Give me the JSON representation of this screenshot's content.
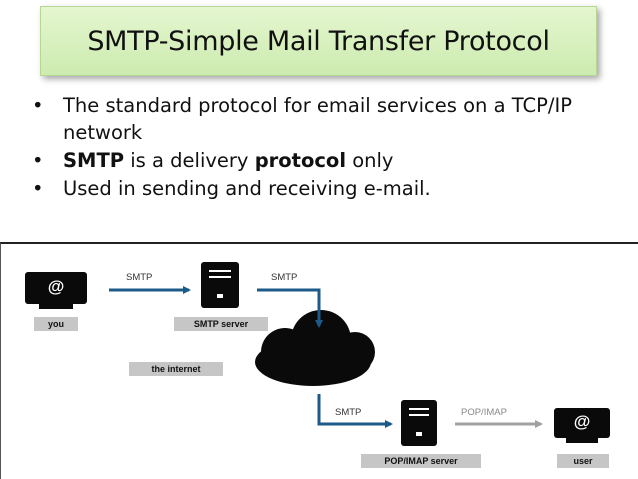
{
  "slide": {
    "title": "SMTP-Simple Mail Transfer Protocol",
    "bullets": [
      {
        "pre": "The standard protocol for email services on a TCP/IP network",
        "bold1": "",
        "mid": "",
        "bold2": "",
        "post": ""
      },
      {
        "pre": "",
        "bold1": "SMTP",
        "mid": " is a delivery ",
        "bold2": "protocol",
        "post": " only"
      },
      {
        "pre": "Used in sending and receiving e-mail.",
        "bold1": "",
        "mid": "",
        "bold2": "",
        "post": ""
      }
    ],
    "bullet_glyph": "•"
  },
  "diagram": {
    "nodes": {
      "you": "you",
      "smtp_server": "SMTP server",
      "internet": "the internet",
      "pop_server": "POP/IMAP server",
      "user": "user"
    },
    "arrows": {
      "a1": "SMTP",
      "a2": "SMTP",
      "a3": "SMTP",
      "a4": "POP/IMAP"
    },
    "at_symbol": "@",
    "colors": {
      "arrow_blue": "#1c5a8a",
      "arrow_gray": "#a0a0a0",
      "label_gray": "#c6c6c6",
      "device_black": "#0a0a0a"
    }
  }
}
